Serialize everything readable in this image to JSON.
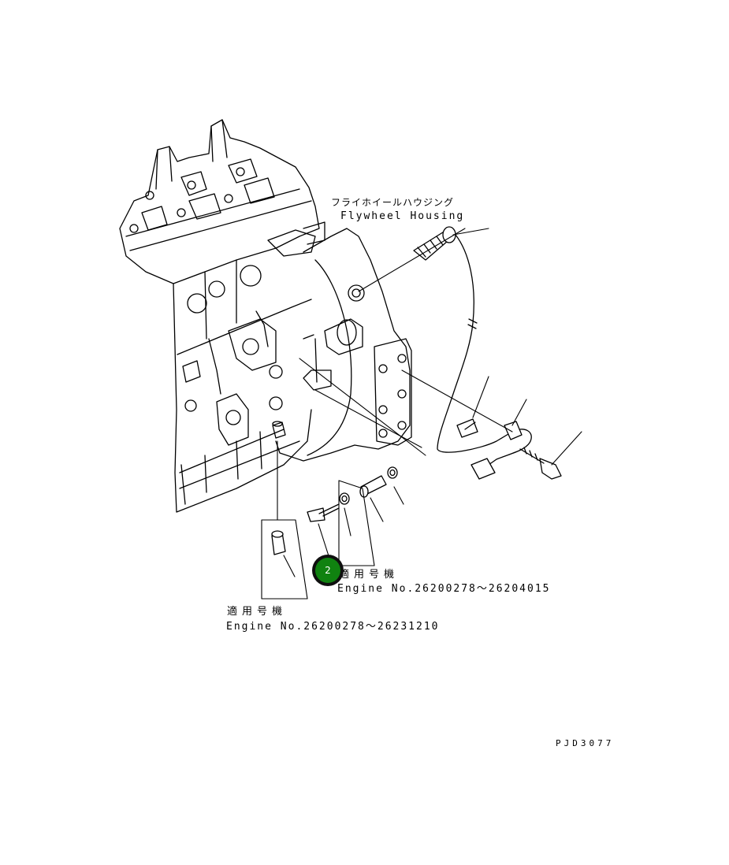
{
  "labels": {
    "housing_jp": "フライホイールハウジング",
    "housing_en": "Flywheel Housing",
    "applicable_jp_1": "適用号機",
    "engine_range_1": "Engine No.26200278～26204015",
    "applicable_jp_2": "適用号機",
    "engine_range_2": "Engine No.26200278～26231210",
    "drawing_code": "PJD3077"
  },
  "callout": {
    "number": "2",
    "fill_color": "#108210",
    "ring_color": "#0f0f0f"
  }
}
